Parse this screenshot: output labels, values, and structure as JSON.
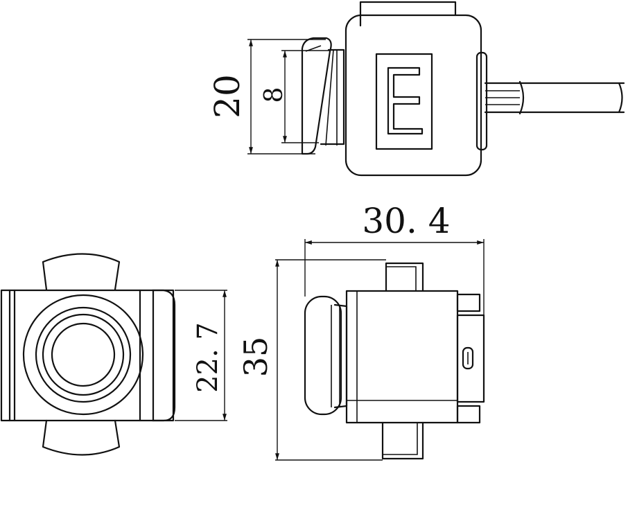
{
  "dimensions": {
    "top_height": "20",
    "top_inner": "8",
    "width": "30. 4",
    "side_height": "35",
    "front_height": "22. 7"
  },
  "colors": {
    "line": "#111111",
    "background": "#ffffff"
  }
}
